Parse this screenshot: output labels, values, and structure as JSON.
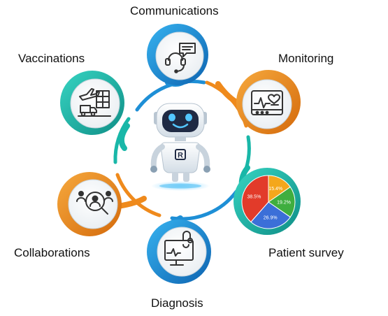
{
  "labels": {
    "communications": "Communications",
    "vaccinations": "Vaccinations",
    "monitoring": "Monitoring",
    "collaborations": "Collaborations",
    "patient_survey": "Patient survey",
    "diagnosis": "Diagnosis"
  },
  "robot": {
    "badge": "R"
  },
  "pie": {
    "slices": [
      {
        "label": "15.4%",
        "value": 15.4,
        "color": "#f4a71c"
      },
      {
        "label": "19.2%",
        "value": 19.2,
        "color": "#3fae3f"
      },
      {
        "label": "26.9%",
        "value": 26.9,
        "color": "#3b6fd8"
      },
      {
        "label": "38.5%",
        "value": 38.5,
        "color": "#e23b2a"
      }
    ]
  },
  "colors": {
    "blue": "#1e8fd6",
    "teal": "#19b7a8",
    "orange": "#ef8a1c",
    "icon": "#333333"
  },
  "icons": {
    "communications": "headset-chat-icon",
    "vaccinations": "plane-truck-cargo-icon",
    "monitoring": "heart-monitor-icon",
    "collaborations": "people-search-icon",
    "diagnosis": "stethoscope-monitor-icon"
  }
}
